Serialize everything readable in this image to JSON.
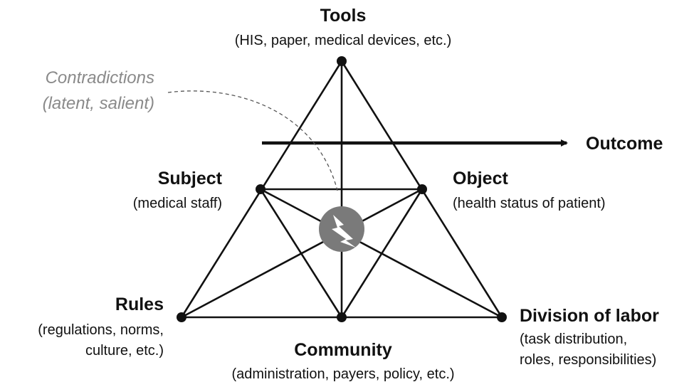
{
  "nodes": {
    "tools": {
      "title": "Tools",
      "subtitle": "(HIS, paper, medical devices, etc.)"
    },
    "subject": {
      "title": "Subject",
      "subtitle": "(medical staff)"
    },
    "object": {
      "title": "Object",
      "subtitle": "(health status of patient)"
    },
    "rules": {
      "title": "Rules",
      "subtitle_line1": "(regulations, norms,",
      "subtitle_line2": "culture, etc.)"
    },
    "community": {
      "title": "Community",
      "subtitle": "(administration, payers, policy, etc.)"
    },
    "division": {
      "title": "Division of labor",
      "subtitle_line1": "(task distribution,",
      "subtitle_line2": "roles, responsibilities)"
    }
  },
  "outcome": {
    "label": "Outcome"
  },
  "contradictions": {
    "line1": "Contradictions",
    "line2": "(latent, salient)",
    "icon": "lightning-bolt-icon"
  },
  "colors": {
    "lines": "#111111",
    "contradiction_text": "#8a8a8a",
    "contradiction_circle": "#7a7a7a"
  }
}
